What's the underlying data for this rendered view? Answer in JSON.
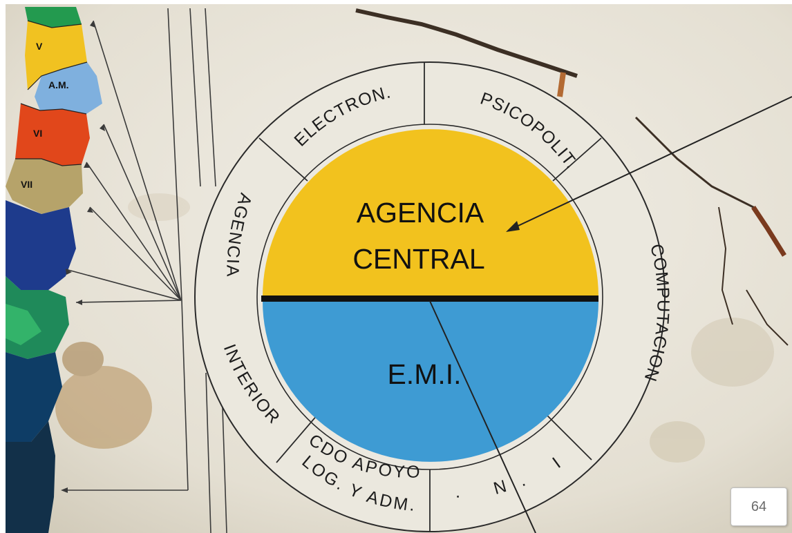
{
  "map": {
    "regions": [
      "V",
      "A.M.",
      "VI",
      "VII"
    ]
  },
  "diagram": {
    "center_top": [
      "AGENCIA",
      "CENTRAL"
    ],
    "center_bottom": "E.M.I.",
    "segments": [
      "ELECTRON.",
      "PSICOPOLIT.",
      "COMPUTACION",
      "E. N. I.",
      "CDO APOYO",
      "LOG. Y ADM.",
      "INTERIOR",
      "AGENCIA"
    ]
  },
  "photo_tag": "64",
  "colors": {
    "yellow": "#f2c21e",
    "blue": "#3e9bd3",
    "wall": "#e9e5da"
  }
}
